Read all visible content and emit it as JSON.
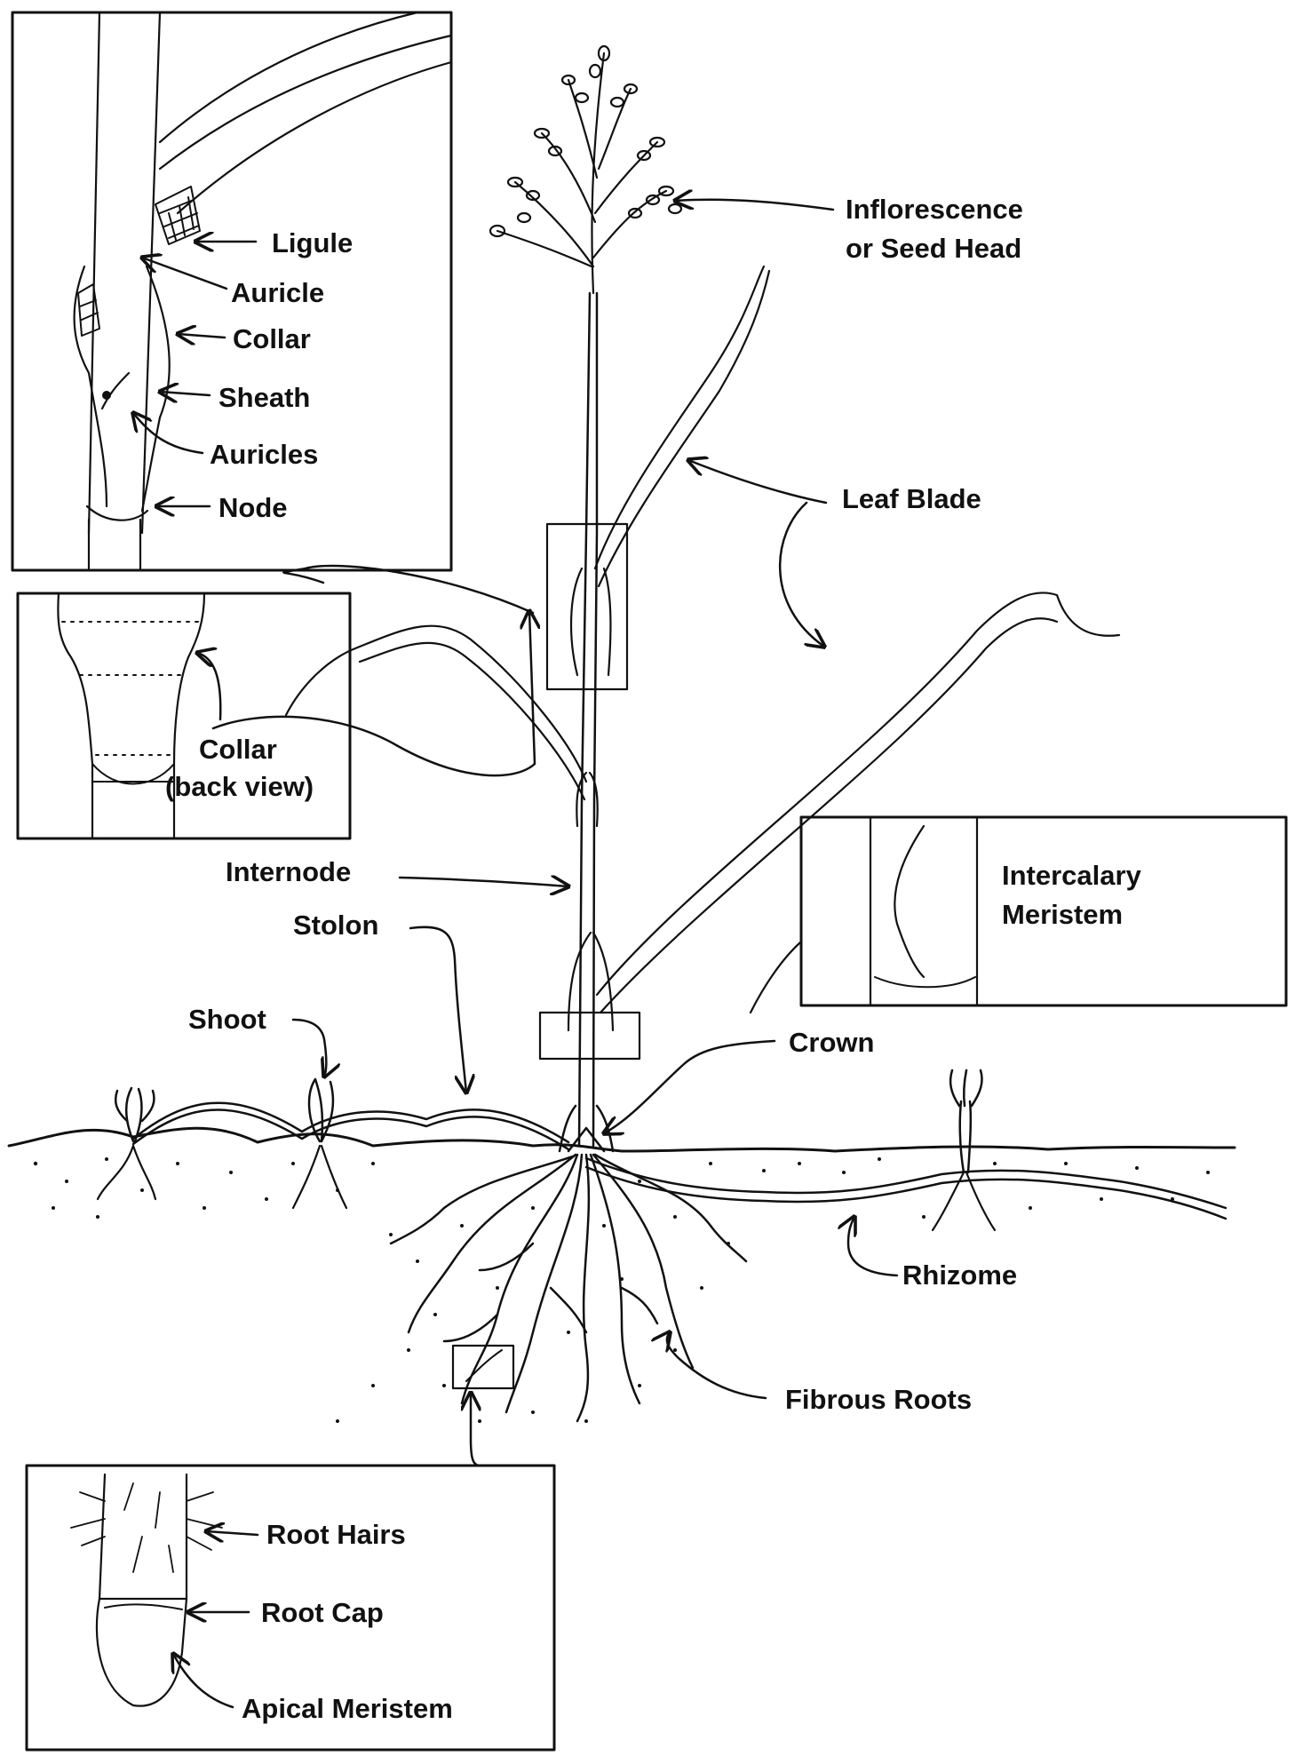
{
  "labels": {
    "inflorescence_1": "Inflorescence",
    "inflorescence_2": "or Seed Head",
    "ligule": "Ligule",
    "auricle": "Auricle",
    "collar": "Collar",
    "sheath": "Sheath",
    "auricles": "Auricles",
    "node": "Node",
    "leaf_blade": "Leaf Blade",
    "collar_back_1": "Collar",
    "collar_back_2": "(back view)",
    "internode": "Internode",
    "stolon": "Stolon",
    "intercalary_1": "Intercalary",
    "intercalary_2": "Meristem",
    "shoot": "Shoot",
    "crown": "Crown",
    "rhizome": "Rhizome",
    "fibrous_roots": "Fibrous Roots",
    "root_hairs": "Root Hairs",
    "root_cap": "Root Cap",
    "apical_meristem": "Apical Meristem"
  },
  "colors": {
    "ink": "#111111",
    "paper": "#ffffff"
  }
}
